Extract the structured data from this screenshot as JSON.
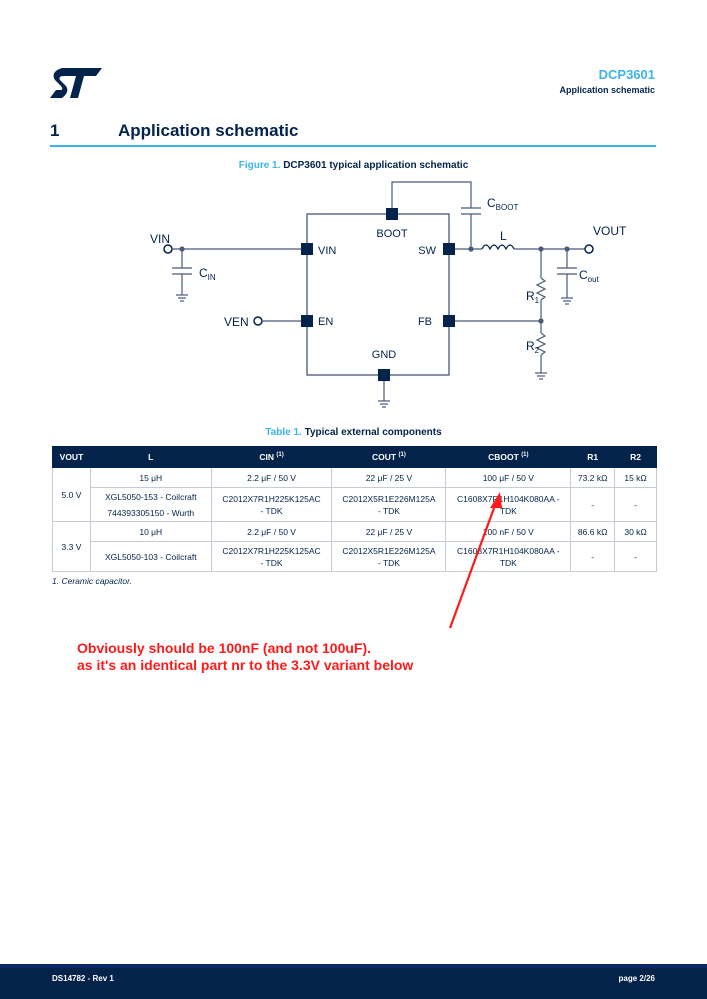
{
  "header": {
    "doc_title": "DCP3601",
    "doc_subtitle": "Application schematic"
  },
  "section": {
    "number": "1",
    "title": "Application schematic"
  },
  "figure": {
    "caption_label": "Figure 1.",
    "caption_text": "DCP3601 typical application schematic",
    "pins": {
      "vin": "VIN",
      "sw": "SW",
      "en": "EN",
      "fb": "FB",
      "boot": "BOOT",
      "gnd": "GND"
    },
    "nets": {
      "vin": "VIN",
      "ven": "VEN",
      "vout": "VOUT"
    },
    "components": {
      "cin_main": "C",
      "cin_sub": "IN",
      "cboot_main": "C",
      "cboot_sub": "BOOT",
      "cout_main": "C",
      "cout_sub": "out",
      "inductor": "L",
      "r1_main": "R",
      "r1_sub": "1",
      "r2_main": "R",
      "r2_sub": "2"
    }
  },
  "table": {
    "caption_label": "Table 1.",
    "caption_text": "Typical external components",
    "headers": [
      "VOUT",
      "L",
      "CIN",
      "COUT",
      "CBOOT",
      "R1",
      "R2"
    ],
    "footnote_mark": "(1)",
    "groups": [
      {
        "vout": "5.0 V",
        "rows": [
          {
            "l": "15 μH",
            "cin": "2.2 μF / 50 V",
            "cout": "22 μF / 25 V",
            "cboot": "100 μF / 50 V",
            "r1": "73.2 kΩ",
            "r2": "15 kΩ"
          },
          {
            "l1": "XGL5050-153 - Coilcraft",
            "l2": "744393305150 - Wurth",
            "cin1": "C2012X7R1H225K125AC",
            "cin2": "- TDK",
            "cout1": "C2012X5R1E226M125A",
            "cout2": "- TDK",
            "cboot1": "C1608X7R1H104K080AA -",
            "cboot2": "TDK",
            "r1": "-",
            "r2": "-"
          }
        ]
      },
      {
        "vout": "3.3 V",
        "rows": [
          {
            "l": "10 μH",
            "cin": "2.2 μF / 50 V",
            "cout": "22 μF / 25 V",
            "cboot": "100 nF / 50 V",
            "r1": "86.6 kΩ",
            "r2": "30 kΩ"
          },
          {
            "l1": "XGL5050-103 - Coilcraft",
            "cin1": "C2012X7R1H225K125AC",
            "cin2": "- TDK",
            "cout1": "C2012X5R1E226M125A",
            "cout2": "- TDK",
            "cboot1": "C1608X7R1H104K080AA -",
            "cboot2": "TDK",
            "r1": "-",
            "r2": "-"
          }
        ]
      }
    ],
    "footnote": "1.    Ceramic capacitor."
  },
  "annotation": {
    "line1": "Obviously should be 100nF (and not 100uF).",
    "line2": "as it's an identical part nr to the 3.3V variant below",
    "color": "#ff1a1a"
  },
  "footer": {
    "left": "DS14782 - Rev 1",
    "right": "page 2/26"
  },
  "colors": {
    "brand_dark": "#03234b",
    "brand_light": "#3cb4e6"
  }
}
